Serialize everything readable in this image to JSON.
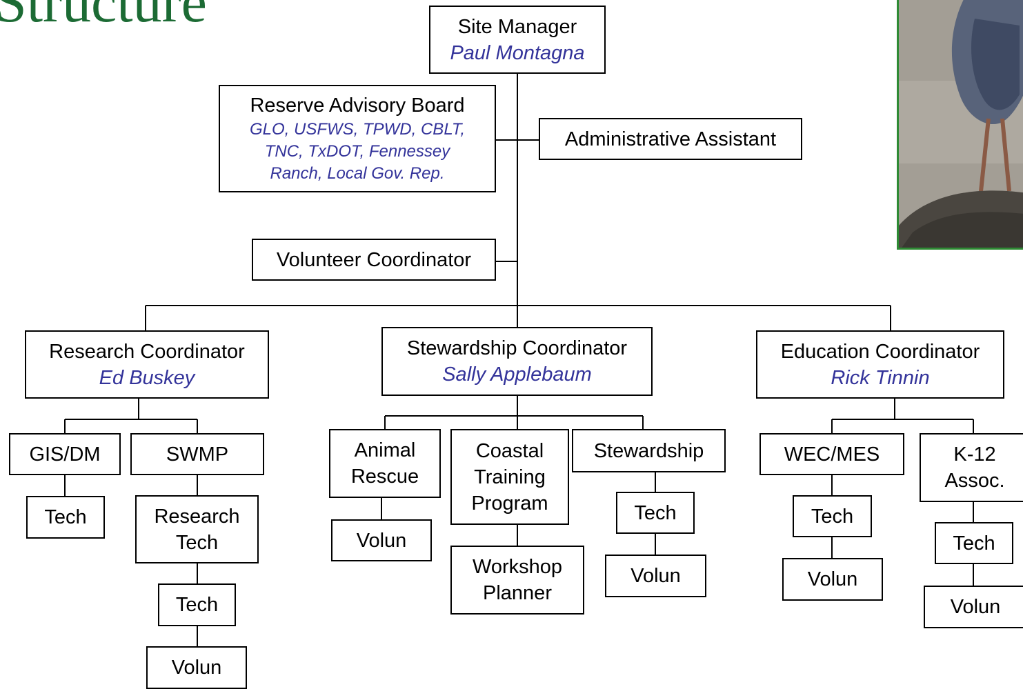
{
  "page": {
    "title_fragment": "Structure"
  },
  "photo": {
    "icon": "heron-photo"
  },
  "chart": {
    "site_manager": {
      "title": "Site Manager",
      "name": "Paul Montagna"
    },
    "advisory_board": {
      "title": "Reserve Advisory Board",
      "members": [
        "GLO, USFWS, TPWD, CBLT,",
        "TNC, TxDOT, Fennessey",
        "Ranch, Local Gov. Rep."
      ]
    },
    "admin_assistant": {
      "title": "Administrative Assistant"
    },
    "volunteer_coordinator": {
      "title": "Volunteer Coordinator"
    },
    "research": {
      "title": "Research Coordinator",
      "name": "Ed Buskey",
      "gis": "GIS/DM",
      "gis_tech": "Tech",
      "swmp": "SWMP",
      "research_tech": [
        "Research",
        "Tech"
      ],
      "swmp_tech": "Tech",
      "swmp_volun": "Volun"
    },
    "stewardship": {
      "title": "Stewardship Coordinator",
      "name": "Sally Applebaum",
      "animal_rescue": [
        "Animal",
        "Rescue"
      ],
      "animal_volun": "Volun",
      "coastal_training": [
        "Coastal",
        "Training",
        "Program"
      ],
      "workshop_planner": [
        "Workshop",
        "Planner"
      ],
      "stewardship": "Stewardship",
      "stew_tech": "Tech",
      "stew_volun": "Volun"
    },
    "education": {
      "title": "Education Coordinator",
      "name": "Rick Tinnin",
      "wec": "WEC/MES",
      "wec_tech": "Tech",
      "wec_volun": "Volun",
      "k12": [
        "K-12",
        "Assoc."
      ],
      "k12_tech": "Tech",
      "k12_volun": "Volun"
    }
  }
}
